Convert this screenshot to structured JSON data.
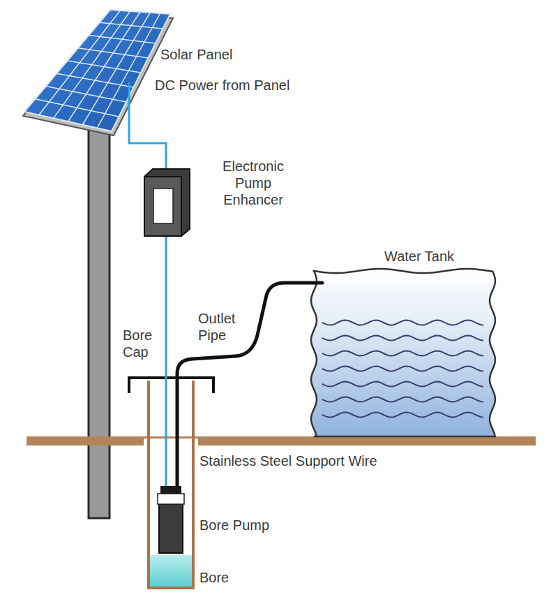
{
  "diagram": {
    "labels": [
      "Solar Panel",
      "DC Power from Panel",
      "Electronic Pump Enhancer",
      "Water Tank",
      "Outlet Pipe",
      "Bore Cap",
      "Stainless Steel Support Wire",
      "Bore Pump",
      "Bore"
    ]
  }
}
